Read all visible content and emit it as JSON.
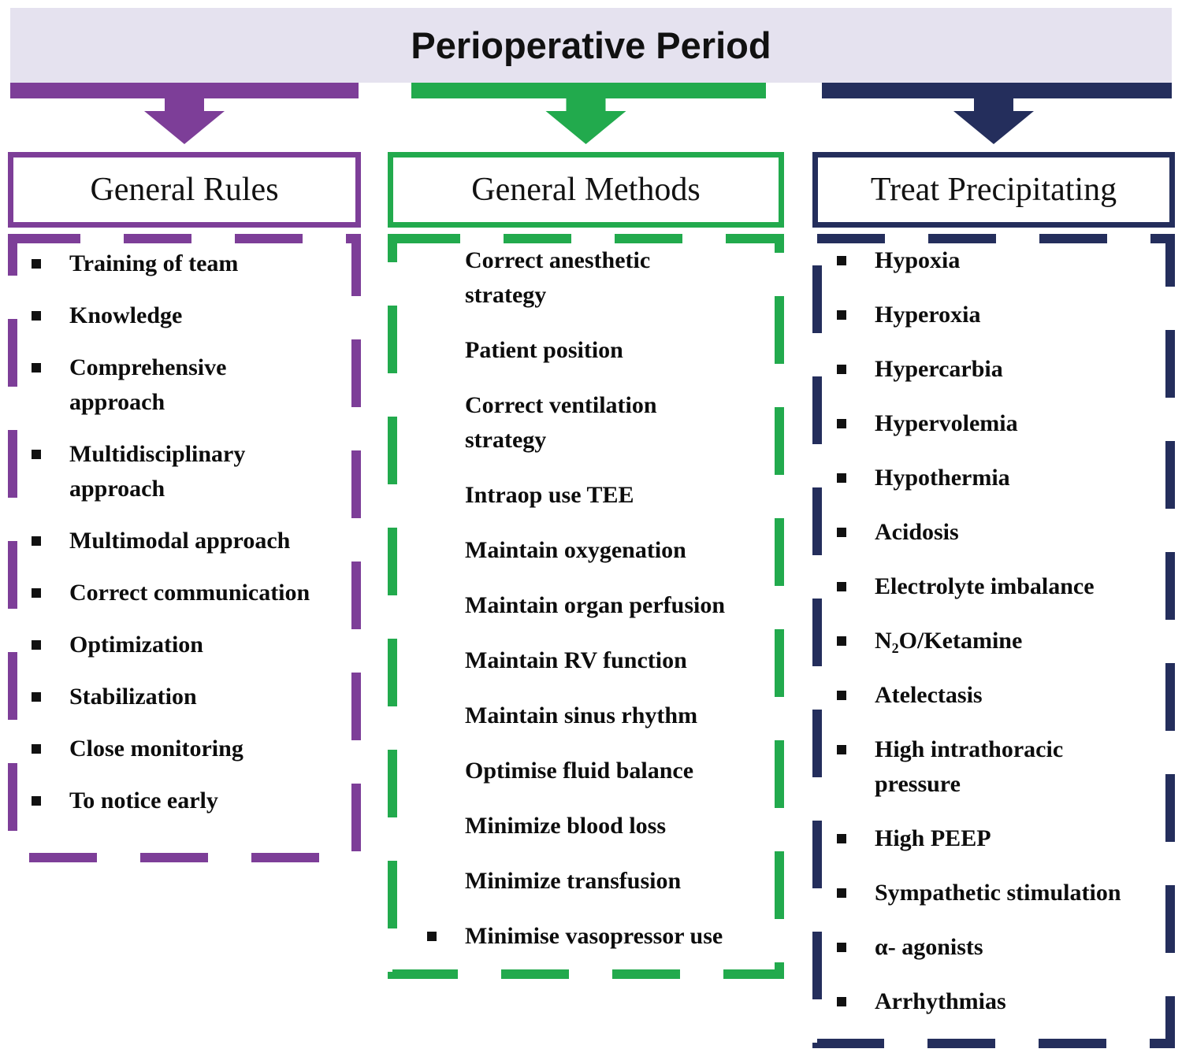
{
  "banner": {
    "title": "Perioperative Period",
    "background": "#E5E2EF"
  },
  "columns": [
    {
      "id": "general-rules",
      "title": "General Rules",
      "color": "#7D3E98",
      "items": [
        {
          "text": "Training of team",
          "bullet": true
        },
        {
          "text": "Knowledge",
          "bullet": true
        },
        {
          "text": "Comprehensive\napproach",
          "bullet": true
        },
        {
          "text": "Multidisciplinary\napproach",
          "bullet": true
        },
        {
          "text": "Multimodal approach",
          "bullet": true
        },
        {
          "text": "Correct communication",
          "bullet": true
        },
        {
          "text": "Optimization",
          "bullet": true
        },
        {
          "text": "Stabilization",
          "bullet": true
        },
        {
          "text": "Close monitoring",
          "bullet": true
        },
        {
          "text": "To notice early",
          "bullet": true
        }
      ]
    },
    {
      "id": "general-methods",
      "title": "General Methods",
      "color": "#22AA4D",
      "items": [
        {
          "text": "Correct anesthetic\nstrategy",
          "bullet": false
        },
        {
          "text": "Patient position",
          "bullet": false
        },
        {
          "text": "Correct ventilation\nstrategy",
          "bullet": false
        },
        {
          "text": "Intraop use TEE",
          "bullet": false
        },
        {
          "text": "Maintain oxygenation",
          "bullet": false
        },
        {
          "text": "Maintain organ perfusion",
          "bullet": false
        },
        {
          "text": "Maintain RV function",
          "bullet": false
        },
        {
          "text": "Maintain sinus rhythm",
          "bullet": false
        },
        {
          "text": "Optimise fluid balance",
          "bullet": false
        },
        {
          "text": "Minimize blood loss",
          "bullet": false
        },
        {
          "text": "Minimize transfusion",
          "bullet": false
        },
        {
          "text": "Minimise vasopressor use",
          "bullet": true
        }
      ]
    },
    {
      "id": "treat-precipitating",
      "title": "Treat Precipitating",
      "color": "#242E5C",
      "items": [
        {
          "text": "Hypoxia",
          "bullet": true
        },
        {
          "text": "Hyperoxia",
          "bullet": true
        },
        {
          "text": "Hypercarbia",
          "bullet": true
        },
        {
          "text": "Hypervolemia",
          "bullet": true
        },
        {
          "text": "Hypothermia",
          "bullet": true
        },
        {
          "text": "Acidosis",
          "bullet": true
        },
        {
          "text": "Electrolyte imbalance",
          "bullet": true
        },
        {
          "text": "N₂O/Ketamine",
          "bullet": true
        },
        {
          "text": "Atelectasis",
          "bullet": true
        },
        {
          "text": "High intrathoracic\npressure",
          "bullet": true
        },
        {
          "text": "High PEEP",
          "bullet": true
        },
        {
          "text": "Sympathetic stimulation",
          "bullet": true
        },
        {
          "text": "α- agonists",
          "bullet": true
        },
        {
          "text": "Arrhythmias",
          "bullet": true
        }
      ]
    }
  ]
}
